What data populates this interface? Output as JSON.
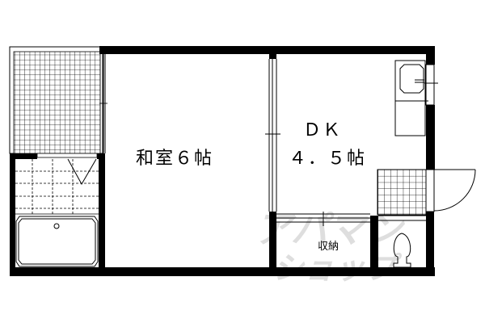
{
  "floorplan": {
    "rooms": [
      {
        "id": "washitsu",
        "label": "和室６帖"
      },
      {
        "id": "dk_name",
        "label": "ＤＫ"
      },
      {
        "id": "dk_size",
        "label": "４．５帖"
      },
      {
        "id": "storage",
        "label": "収納"
      }
    ],
    "watermark": "アパマンショップ",
    "colors": {
      "wall": "#000000",
      "background": "#ffffff",
      "watermark": "#d8d8d8"
    }
  }
}
